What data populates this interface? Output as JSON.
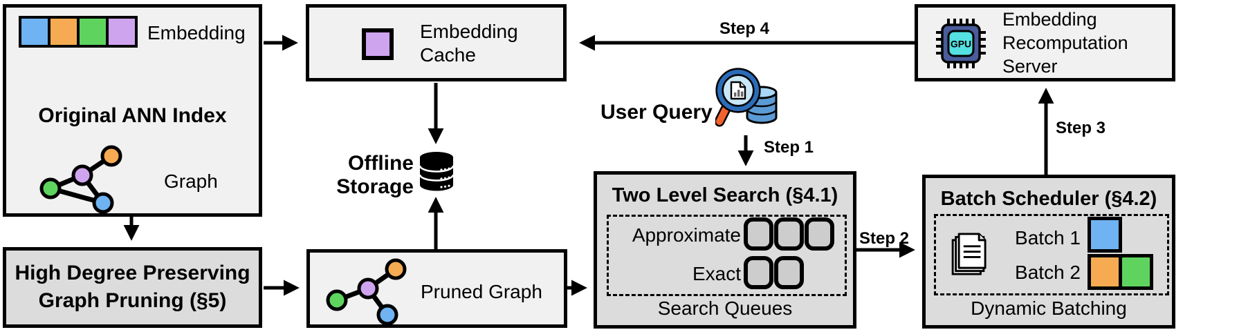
{
  "colors": {
    "blue": "#6FB3F2",
    "orange": "#F6AB52",
    "green": "#5ED45E",
    "purple": "#CFA4EF",
    "box-light": "#F1F1F1",
    "box-dark": "#DCDCDC",
    "queue-fill": "#CDCDCD",
    "gpu-chip": "#4A5C9B",
    "gpu-core": "#55E1E1",
    "query-db": "#5B9BD5",
    "query-lens": "#C9E8F7",
    "query-rim": "#2B6CB8",
    "query-handle": "#F2622E"
  },
  "original_index": {
    "title": "Original ANN Index",
    "embedding_label": "Embedding",
    "graph_label": "Graph"
  },
  "embedding_cache": {
    "line1": "Embedding",
    "line2": "Cache"
  },
  "recomputation_server": {
    "line1": "Embedding",
    "line2": "Recomputation",
    "line3": "Server",
    "gpu_label": "GPU"
  },
  "offline_storage": {
    "line1": "Offline",
    "line2": "Storage"
  },
  "user_query": {
    "label": "User Query"
  },
  "two_level_search": {
    "title": "Two Level Search (§4.1)",
    "row1_label": "Approximate",
    "row2_label": "Exact",
    "footer": "Search Queues"
  },
  "batch_scheduler": {
    "title": "Batch Scheduler (§4.2)",
    "row1_label": "Batch 1",
    "row2_label": "Batch 2",
    "footer": "Dynamic Batching"
  },
  "graph_pruning": {
    "line1": "High Degree Preserving",
    "line2": "Graph Pruning (§5)"
  },
  "pruned_graph": {
    "label": "Pruned Graph"
  },
  "steps": {
    "step1": "Step 1",
    "step2": "Step 2",
    "step3": "Step 3",
    "step4": "Step 4"
  }
}
